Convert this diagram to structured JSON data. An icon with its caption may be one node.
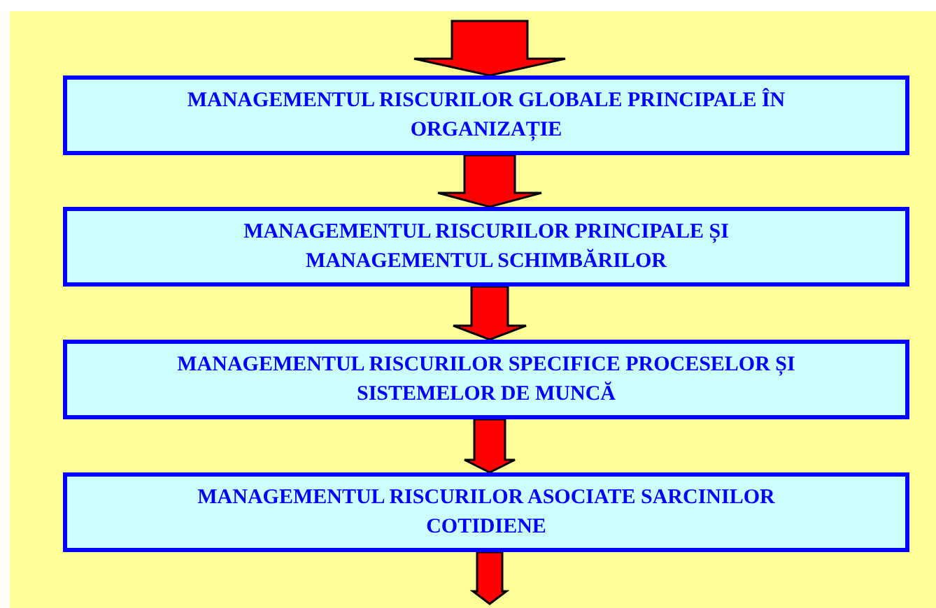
{
  "diagram": {
    "nodes": [
      {
        "text": [
          "MANAGEMENTUL RISCURILOR GLOBALE PRINCIPALE ÎN ORGANIZAȚIE"
        ]
      },
      {
        "text": [
          "MANAGEMENTUL RISCURILOR PRINCIPALE ȘI MANAGEMENTUL SCHIMBĂRILOR"
        ]
      },
      {
        "text": [
          "MANAGEMENTUL RISCURILOR SPECIFICE PROCESELOR ȘI SISTEMELOR DE MUNCĂ"
        ]
      },
      {
        "text": [
          "MANAGEMENTUL RISCURILOR ASOCIATE SARCINILOR COTIDIENE"
        ]
      }
    ],
    "edges": [
      {
        "from": null,
        "to": 0,
        "arrow": "to"
      },
      {
        "from": 0,
        "to": 1,
        "arrow": "to"
      },
      {
        "from": 1,
        "to": 2,
        "arrow": "to"
      },
      {
        "from": 2,
        "to": 3,
        "arrow": "to"
      },
      {
        "from": 3,
        "to": null,
        "arrow": "to"
      }
    ]
  }
}
